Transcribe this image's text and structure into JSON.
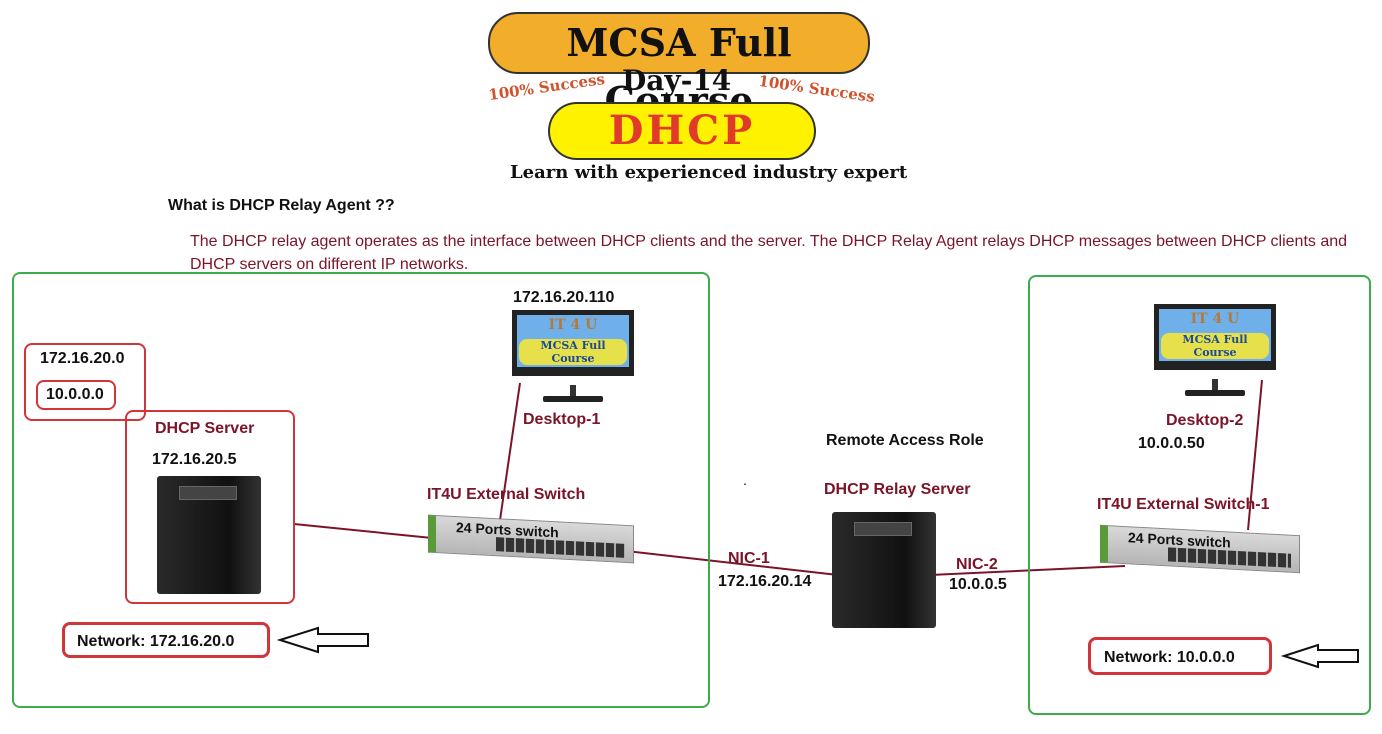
{
  "banner": {
    "title": "MCSA Full Course",
    "day": "Day-14",
    "success_left": "100% Success",
    "success_right": "100% Success",
    "topic": "DHCP",
    "tagline": "Learn with experienced industry expert"
  },
  "question": "What is DHCP Relay Agent ??",
  "description": "The DHCP relay agent operates as the interface between DHCP clients and the server. The DHCP Relay Agent relays DHCP messages between DHCP clients and DHCP servers on different IP networks.",
  "left_network": {
    "scope1": "172.16.20.0",
    "scope2": "10.0.0.0",
    "server_label": "DHCP Server",
    "server_ip": "172.16.20.5",
    "desktop_ip": "172.16.20.110",
    "desktop_label": "Desktop-1",
    "switch_label": "IT4U External Switch",
    "switch_text": "24 Ports switch",
    "network": "Network: 172.16.20.0"
  },
  "relay": {
    "role": "Remote Access Role",
    "label": "DHCP  Relay Server",
    "nic1": "NIC-1",
    "nic1_ip": "172.16.20.14",
    "nic2": "NIC-2",
    "nic2_ip": "10.0.0.5",
    "dot": "."
  },
  "right_network": {
    "desktop_label": "Desktop-2",
    "desktop_ip": "10.0.0.50",
    "switch_label": "IT4U External Switch-1",
    "switch_text": "24 Ports switch",
    "network": "Network: 10.0.0.0"
  },
  "monitor": {
    "brand": "IT 4 U",
    "course": "MCSA Full Course"
  },
  "colors": {
    "green": "#3cab4c",
    "red": "#d0353a",
    "text_red": "#7b1428"
  }
}
